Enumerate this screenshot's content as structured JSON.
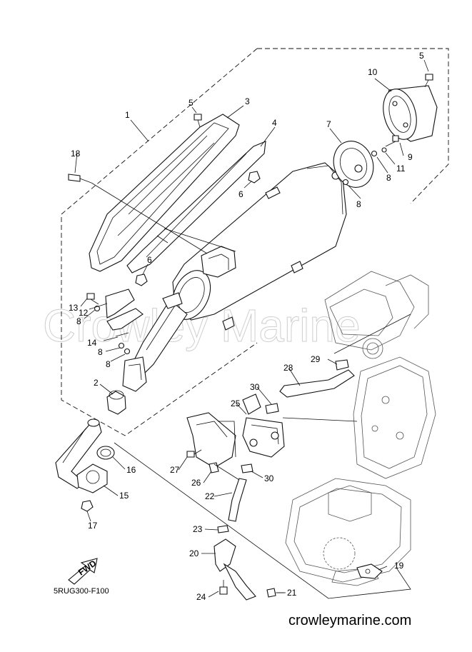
{
  "diagram_code": "5RUG300-F100",
  "website": "crowleymarine.com",
  "watermark": "Crowley Marine",
  "fwd_label": "FWD",
  "callouts": [
    "1",
    "2",
    "3",
    "4",
    "5",
    "5",
    "6",
    "6",
    "7",
    "8",
    "8",
    "8",
    "8",
    "8",
    "9",
    "10",
    "11",
    "12",
    "13",
    "14",
    "15",
    "16",
    "17",
    "18",
    "19",
    "20",
    "21",
    "22",
    "23",
    "24",
    "25",
    "26",
    "27",
    "28",
    "29",
    "30",
    "30"
  ]
}
